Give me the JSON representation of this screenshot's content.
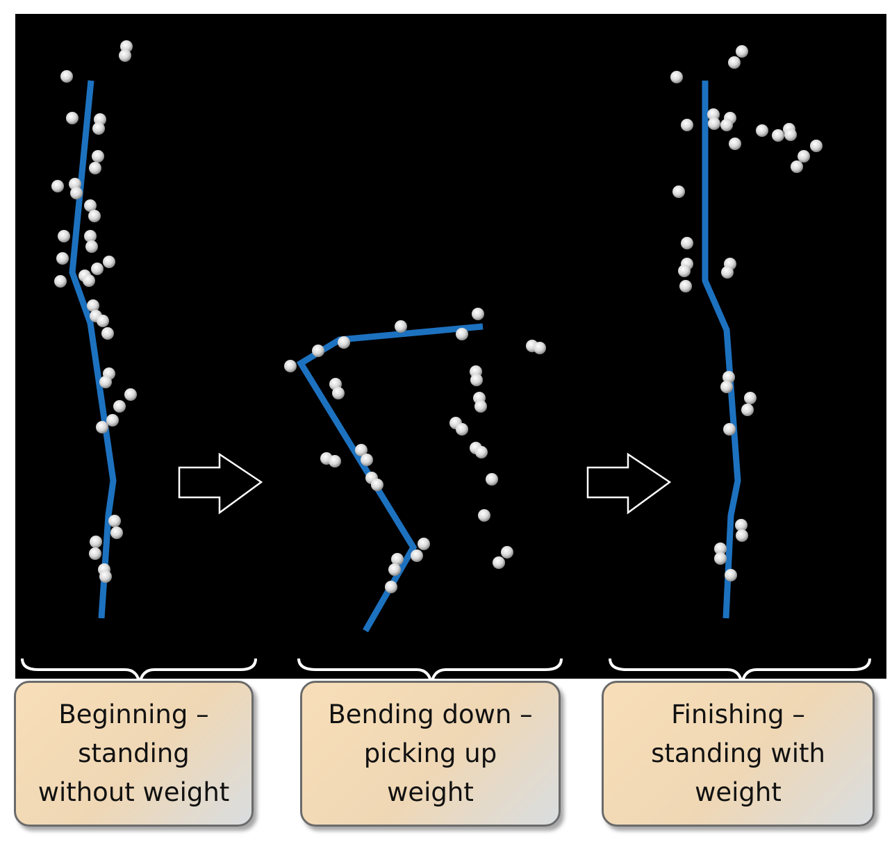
{
  "stages": [
    {
      "id": "beginning",
      "label": "Beginning –\nstanding\nwithout weight"
    },
    {
      "id": "bending",
      "label": "Bending down –\npicking up\nweight"
    },
    {
      "id": "finishing",
      "label": "Finishing –\nstanding with\nweight"
    }
  ],
  "colors": {
    "background": "#000000",
    "skeleton": "#1d72c0",
    "markers": "#e6e6e6",
    "label_fill": "#f3d9b4",
    "label_border": "#6a6a6a"
  }
}
